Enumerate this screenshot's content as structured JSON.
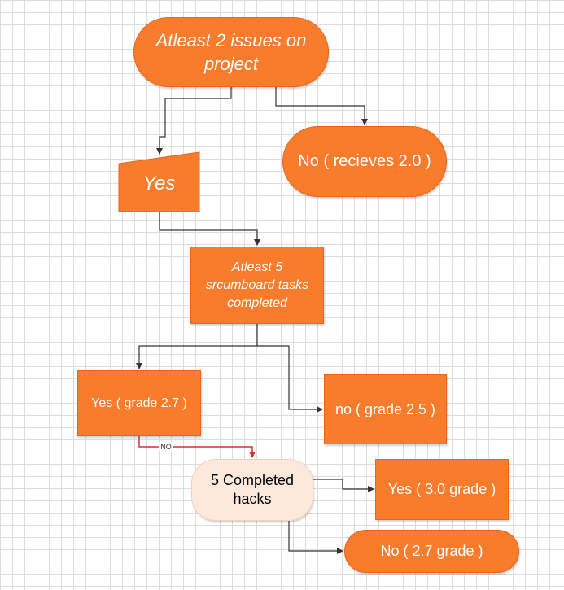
{
  "nodes": {
    "start": {
      "line1": "Atleast  2 issues on",
      "line2": "project"
    },
    "no_recieves": "No  ( recieves 2.0 )",
    "yes": "Yes",
    "scrumboard": {
      "line1": "Atleast 5",
      "line2": "srcumboard tasks",
      "line3": "completed"
    },
    "yes_grade_27": "Yes ( grade 2.7 )",
    "no_grade_25": "no ( grade 2.5 )",
    "completed_hacks": {
      "line1": "5 Completed",
      "line2": "hacks"
    },
    "yes_30_grade": "Yes ( 3.0 grade )",
    "no_27_grade": "No ( 2.7 grade )"
  },
  "edge_labels": {
    "no": "NO"
  },
  "colors": {
    "node_fill": "#f97b2c",
    "hacks_fill": "#fde9dc",
    "connector": "#333333",
    "no_connector": "#d3312f"
  }
}
